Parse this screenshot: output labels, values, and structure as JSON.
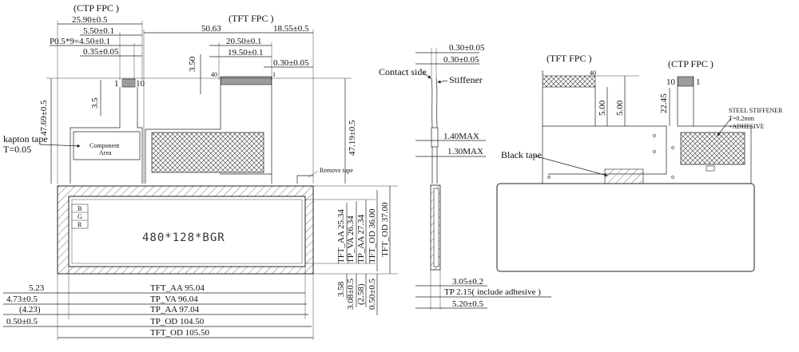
{
  "front_view": {
    "ctp_fpc_label": "(CTP FPC )",
    "tft_fpc_label": "(TFT FPC )",
    "dims_top": [
      "25.90±0.5",
      "5.50±0.1",
      "P0.5*9=4.50±0.1",
      "0.35±0.05",
      "50.63",
      "18.55±0.5",
      "20.50±0.1",
      "19.50±0.1",
      "0.30±0.05",
      "3.50"
    ],
    "pin_labels": [
      "1",
      "10",
      "40",
      "1"
    ],
    "dims_left": [
      "47.69±0.5",
      "3.5"
    ],
    "kapton_tape": "kapton tape",
    "kapton_thickness": "T=0.05",
    "component_area": "Component",
    "component_area_line2": "Area",
    "remove_tape": "Remove tape",
    "dim_right_fpc": "47.19±0.5",
    "rgb_labels": [
      "B",
      "G",
      "R"
    ],
    "resolution": "480*128*BGR",
    "dims_vertical": [
      "TFT_AA 25.34",
      "TP_VA 26.34",
      "TP_AA 27.34",
      "TFT_OD 36.00",
      "TFT_OD 37.00"
    ],
    "dims_vertical_bottom": [
      "3.58",
      "3.08±0.5",
      "(2.58)",
      "0.50±0.5"
    ],
    "dims_bottom_left": [
      "5.23",
      "4.73±0.5",
      "(4.23)",
      "0.50±0.5"
    ],
    "dims_bottom": [
      "TFT_AA 95.04",
      "TP_VA 96.04",
      "TP_AA 97.04",
      "TP_OD 104.50",
      "TFT_OD 105.50"
    ]
  },
  "side_view": {
    "dims_top": [
      "0.30±0.05",
      "0.30±0.05"
    ],
    "contact_side": "Contact side",
    "stiffener": "Stiffener",
    "dims_mid": [
      "1.40MAX",
      "1.30MAX"
    ],
    "dims_bottom": [
      "3.05±0.2",
      "TP 2.15( include adhesive )",
      "5.20±0.5"
    ]
  },
  "back_view": {
    "tft_fpc_label": "(TFT FPC )",
    "ctp_fpc_label": "(CTP FPC )",
    "pin_labels": [
      "1",
      "40",
      "10",
      "1"
    ],
    "dims": [
      "5.00",
      "22.45",
      "5.00"
    ],
    "steel_stiffener": "STEEL STIFFENER",
    "stiffener_thickness": "T=0.2mm",
    "adhesive": "+ADHESIVE",
    "black_tape": "Black tape"
  }
}
